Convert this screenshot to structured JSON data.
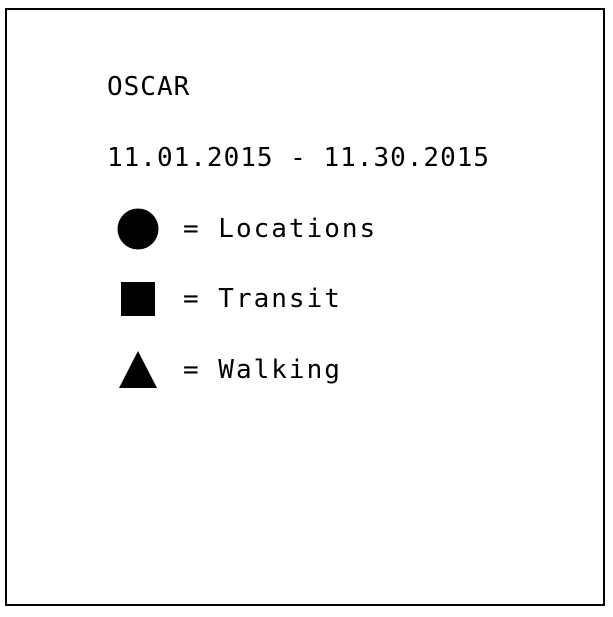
{
  "header": {
    "name": "OSCAR",
    "date_range": "11.01.2015 - 11.30.2015"
  },
  "legend": {
    "items": [
      {
        "label": "= Locations",
        "icon": "circle-icon",
        "color": "#000000"
      },
      {
        "label": "= Transit",
        "icon": "square-icon",
        "color": "#000000"
      },
      {
        "label": "= Walking",
        "icon": "triangle-icon",
        "color": "#000000"
      }
    ]
  }
}
